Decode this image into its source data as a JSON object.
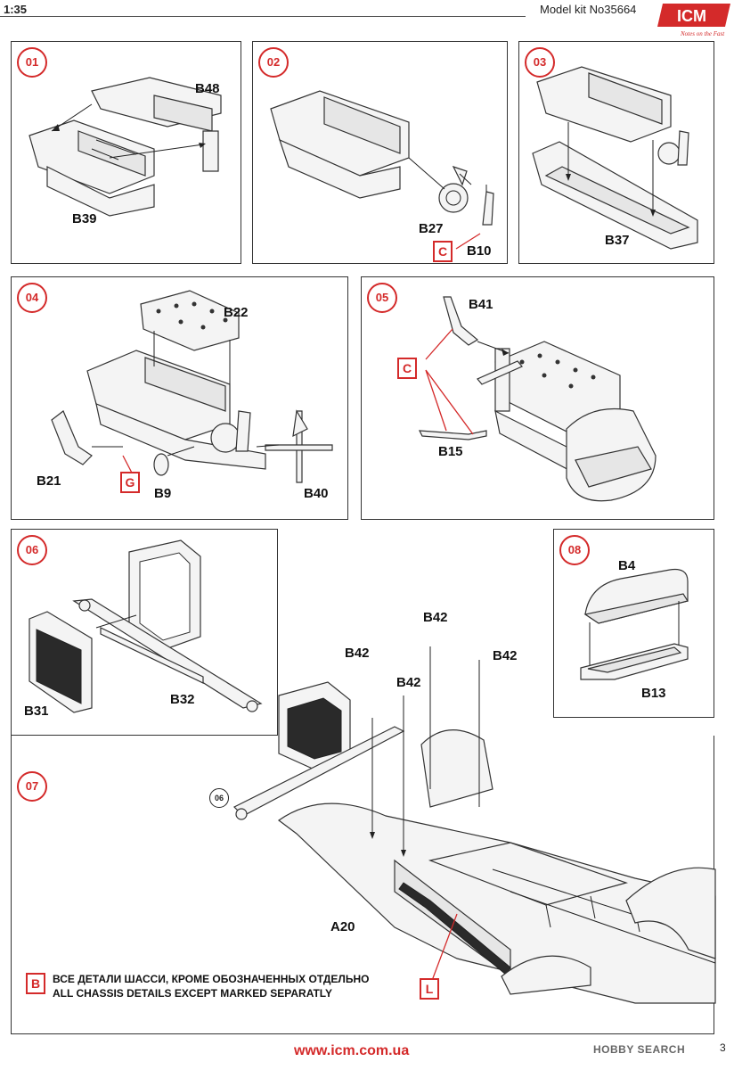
{
  "header": {
    "scale": "1:35",
    "kit_label": "Model kit No35664",
    "brand": "ICM",
    "brand_tagline": "Notes on the Fast"
  },
  "colors": {
    "accent_red": "#d42a2a",
    "line": "#333333"
  },
  "steps": {
    "s01": {
      "num": "01",
      "parts": [
        "B48",
        "B39"
      ]
    },
    "s02": {
      "num": "02",
      "parts": [
        "B27",
        "B10"
      ],
      "marker": "C"
    },
    "s03": {
      "num": "03",
      "parts": [
        "B37"
      ]
    },
    "s04": {
      "num": "04",
      "parts": [
        "B22",
        "B21",
        "B9",
        "B40"
      ],
      "marker": "G"
    },
    "s05": {
      "num": "05",
      "parts": [
        "B41",
        "B15"
      ],
      "marker": "C"
    },
    "s06": {
      "num": "06",
      "parts": [
        "B31",
        "B32"
      ]
    },
    "s07": {
      "num": "07",
      "parts": [
        "B42",
        "B42",
        "B42",
        "A20"
      ],
      "ref": "06",
      "marker": "L",
      "note_marker": "B",
      "note_ru": "ВСЕ ДЕТАЛИ ШАССИ, КРОМЕ ОБОЗНАЧЕННЫХ ОТДЕЛЬНО",
      "note_en": "ALL CHASSIS DETAILS EXCEPT MARKED SEPARATLY"
    },
    "s08": {
      "num": "08",
      "parts": [
        "B4",
        "B13"
      ]
    }
  },
  "footer": {
    "url": "www.icm.com.ua",
    "watermark": "HOBBY SEARCH",
    "page": "3"
  }
}
